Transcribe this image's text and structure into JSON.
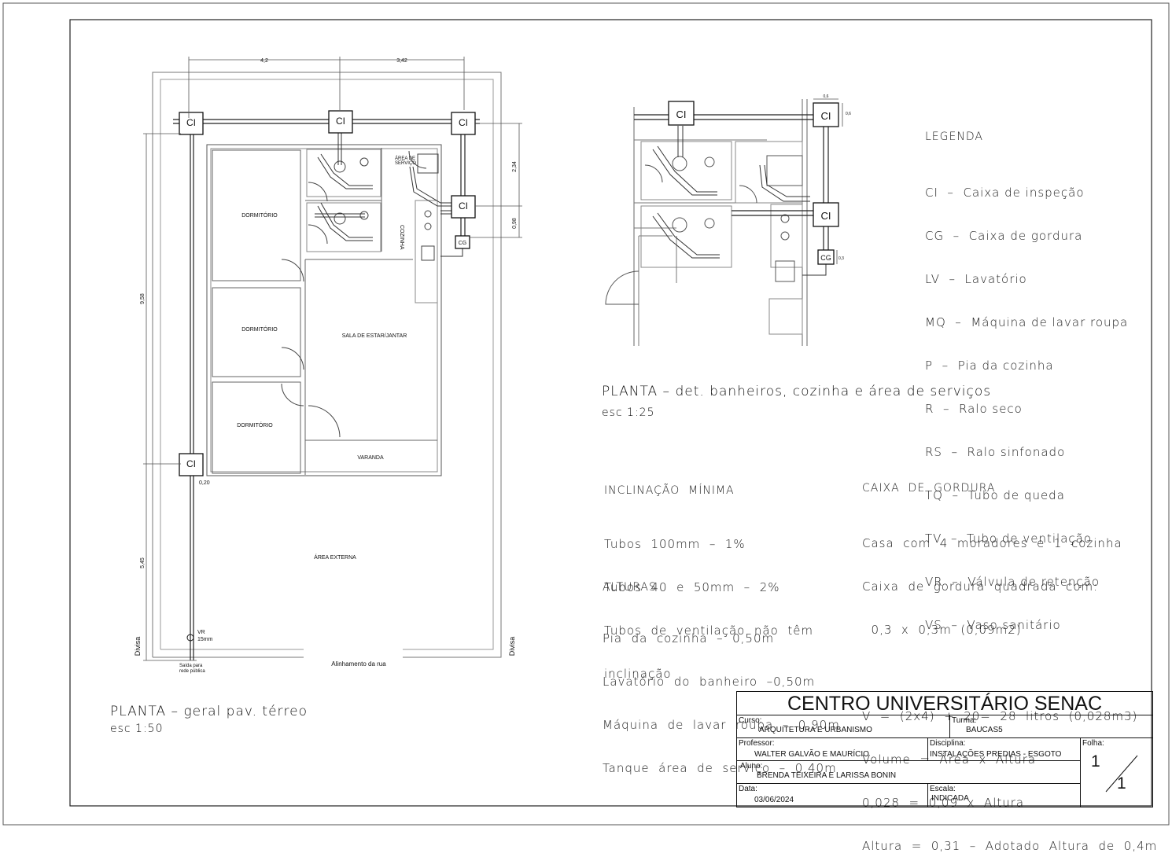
{
  "plan_general": {
    "title": "PLANTA  –  geral pav. térreo",
    "scale": "esc  1:50",
    "dims": {
      "top_left": "4,2",
      "top_right": "3,42",
      "right_upper": "2,34",
      "right_lower": "0,98",
      "left_upper": "9,58",
      "left_lower": "5,45",
      "small": "0,20"
    },
    "rooms": {
      "dorm1": "DORMITÓRIO",
      "dorm2": "DORMITÓRIO",
      "dorm3": "DORMITÓRIO",
      "sala": "SALA DE ESTAR/JANTAR",
      "varanda": "VARANDA",
      "cozinha": "COZINHA",
      "area_servico_1": "ÁREA DE",
      "area_servico_2": "SERVIÇO",
      "area_externa": "ÁREA EXTERNA"
    },
    "labels": {
      "ci": "CI",
      "cg": "CG",
      "vr": "VR",
      "vr_size": "15mm",
      "saida_1": "Saída para",
      "saida_2": "rede pública",
      "divisa": "Divisa",
      "alinhamento": "Alinhamento da rua"
    }
  },
  "plan_detail": {
    "title": "PLANTA  –  det. banheiros, cozinha e área de serviços",
    "scale": "esc  1:25",
    "dims": {
      "a": "0,6",
      "b": "0,6",
      "c": "0,3"
    }
  },
  "legend": {
    "title": "LEGENDA",
    "items": [
      "CI  –  Caixa de inspeção",
      "CG  –  Caixa de gordura",
      "LV  –  Lavatório",
      "MQ  –  Máquina de lavar roupa",
      "P  –  Pia da cozinha",
      "R  –  Ralo seco",
      "RS  –  Ralo sinfonado",
      "TQ  –  Tubo de queda",
      "TV  –  Tubo de ventilação",
      "VR  –  Válvula de retenção",
      "VS  –  Vaso sanitário"
    ]
  },
  "inclinacao": {
    "title": "INCLINAÇÃO  MÍNIMA",
    "items": [
      "Tubos  100mm  –  1%",
      "Tubos  40  e  50mm  –  2%",
      "Tubos  de  ventilação  não  têm",
      "inclinação"
    ]
  },
  "alturas": {
    "title": "ALTURAS",
    "items": [
      "Pia  da  cozinha  –  0,50m",
      "Lavatório  do  banheiro  –0,50m",
      "Máquina  de  lavar  roupa  –  0,90m",
      "Tanque  área  de  serviço  –  0,40m"
    ]
  },
  "caixa_gordura": {
    "title": "CAIXA  DE  GORDURA",
    "items": [
      "Casa  com  4  moradores  e  1  cozinha",
      "Caixa  de  gordura  quadrada  com:",
      "  0,3  x  0,3m  (0,09m2)",
      "",
      "V  =  (2x4)  +  20=  28  litros  (0,028m3)",
      "Volume  =  Área  x  Altura",
      "0,028  =  0,09  x  Altura",
      "Altura  =  0,31  –  Adotado  Altura  de  0,4m"
    ]
  },
  "title_block": {
    "institution": "CENTRO UNIVERSITÁRIO SENAC",
    "curso_label": "Curso:",
    "curso": "ARQUITETURA E URBANISMO",
    "turma_label": "Turma:",
    "turma": "BAUCAS5",
    "professor_label": "Professor:",
    "professor": "WALTER GALVÃO  E MAURÍCIO",
    "disciplina_label": "Disciplina:",
    "disciplina": "INSTALAÇÕES PREDIAS - ESGOTO",
    "folha_label": "Folha:",
    "folha_num": "1",
    "folha_total": "1",
    "aluno_label": "Aluno:",
    "aluno": "BRENDA TEIXEIRA E LARISSA BONIN",
    "data_label": "Data:",
    "data": "03/06/2024",
    "escala_label": "Escala:",
    "escala": "INDICADA"
  }
}
